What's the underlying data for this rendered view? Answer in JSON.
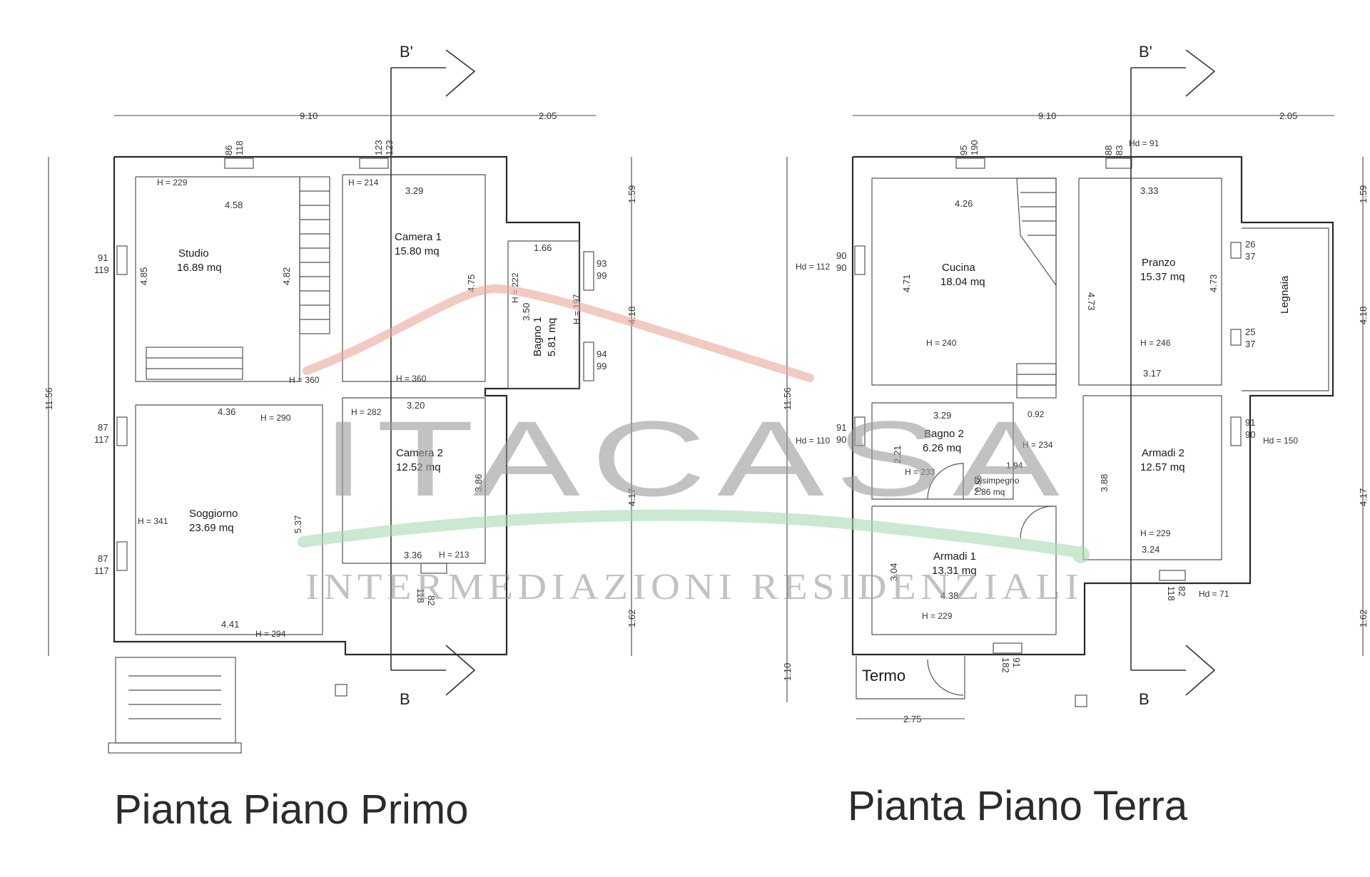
{
  "plans": {
    "primo": {
      "title": "Pianta Piano Primo",
      "section_top": "B'",
      "section_bottom": "B",
      "dims": {
        "top_main": "9.10",
        "top_side": "2.05",
        "left_total": "11.56",
        "right_1": "1.59",
        "right_2": "4.18",
        "right_3": "4.17",
        "right_4": "1.62"
      },
      "rooms": [
        {
          "name": "Studio",
          "area": "16.89 mq"
        },
        {
          "name": "Camera 1",
          "area": "15.80 mq"
        },
        {
          "name": "Bagno 1",
          "area": "5.81 mq"
        },
        {
          "name": "Soggiorno",
          "area": "23.69 mq"
        },
        {
          "name": "Camera 2",
          "area": "12.52 mq"
        }
      ],
      "heights": [
        "H = 229",
        "H = 214",
        "H = 222",
        "H = 197",
        "H = 360",
        "H = 360",
        "H = 290",
        "H = 282",
        "H = 341",
        "H = 213",
        "H = 294"
      ],
      "inner_dims": [
        "4.58",
        "4.85",
        "4.82",
        "3.29",
        "4.75",
        "1.66",
        "3.50",
        "4.36",
        "3.20",
        "5.37",
        "3.86",
        "3.36",
        "4.41"
      ],
      "windows": [
        {
          "w": "86",
          "h": "118"
        },
        {
          "w": "123",
          "h": "123"
        },
        {
          "w": "91",
          "h": "119"
        },
        {
          "w": "93",
          "h": "99"
        },
        {
          "w": "94",
          "h": "99"
        },
        {
          "w": "87",
          "h": "117"
        },
        {
          "w": "87",
          "h": "117"
        },
        {
          "w": "82",
          "h": "118"
        }
      ]
    },
    "terra": {
      "title": "Pianta Piano Terra",
      "section_top": "B'",
      "section_bottom": "B",
      "dims": {
        "top_main": "9.10",
        "top_side": "2.05",
        "left_total": "11.56",
        "left_low": "1.10",
        "bottom": "2.75",
        "right_1": "1.59",
        "right_2": "4.18",
        "right_3": "4.17",
        "right_4": "1.62"
      },
      "rooms": [
        {
          "name": "Cucina",
          "area": "18.04 mq"
        },
        {
          "name": "Pranzo",
          "area": "15.37 mq"
        },
        {
          "name": "Legnaia",
          "area": ""
        },
        {
          "name": "Bagno 2",
          "area": "6.26 mq"
        },
        {
          "name": "Disimpegno",
          "area": "2.86 mq"
        },
        {
          "name": "Armadi 2",
          "area": "12.57 mq"
        },
        {
          "name": "Armadi 1",
          "area": "13.31 mq"
        },
        {
          "name": "Termo",
          "area": ""
        }
      ],
      "heights": [
        "Hd = 91",
        "Hd = 112",
        "H = 240",
        "H = 246",
        "Hd = 110",
        "H = 234",
        "H = 233",
        "Hd = 150",
        "H = 229",
        "Hd = 71",
        "H = 229"
      ],
      "inner_dims": [
        "4.26",
        "4.71",
        "3.33",
        "4.73",
        "4.73",
        "3.17",
        "3.29",
        "0.92",
        "2.21",
        "1.94",
        "0.86",
        "3.88",
        "3.24",
        "3.04",
        "4.38"
      ],
      "windows": [
        {
          "w": "95",
          "h": "190"
        },
        {
          "w": "88",
          "h": "83"
        },
        {
          "w": "90",
          "h": "90"
        },
        {
          "w": "26",
          "h": "37"
        },
        {
          "w": "25",
          "h": "37"
        },
        {
          "w": "91",
          "h": "90"
        },
        {
          "w": "91",
          "h": "90"
        },
        {
          "w": "82",
          "h": "118"
        },
        {
          "w": "91",
          "h": "182"
        }
      ]
    }
  },
  "watermark": {
    "brand": "ITACASA",
    "tagline": "INTERMEDIAZIONI RESIDENZIALI"
  },
  "colors": {
    "roof": "#e8a89a",
    "swoosh": "#a9d9b3",
    "brand_gray": "#9a9a9a"
  }
}
